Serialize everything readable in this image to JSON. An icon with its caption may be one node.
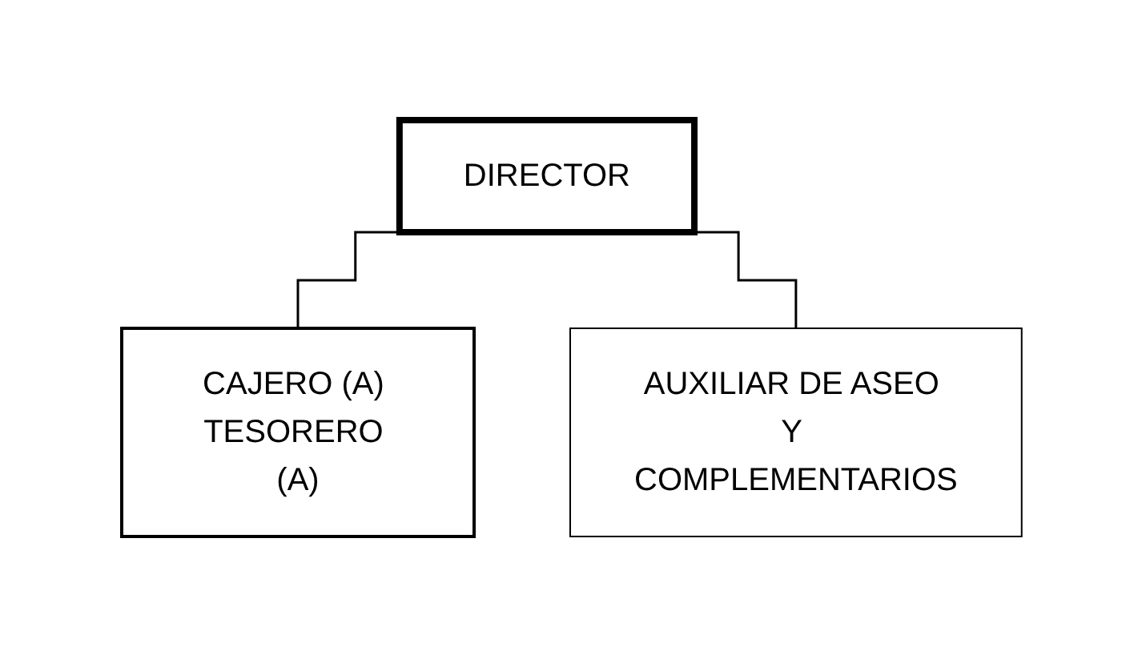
{
  "diagram": {
    "nodes": [
      {
        "text": [
          "DIRECTOR"
        ]
      },
      {
        "text": [
          "CAJERO (A) TESORERO (A)"
        ]
      },
      {
        "text": [
          "AUXILIAR DE ASEO Y COMPLEMENTARIOS"
        ]
      }
    ],
    "edges": [
      {
        "from": 0,
        "to": 1,
        "arrow": "none"
      },
      {
        "from": 0,
        "to": 2,
        "arrow": "none"
      }
    ]
  }
}
